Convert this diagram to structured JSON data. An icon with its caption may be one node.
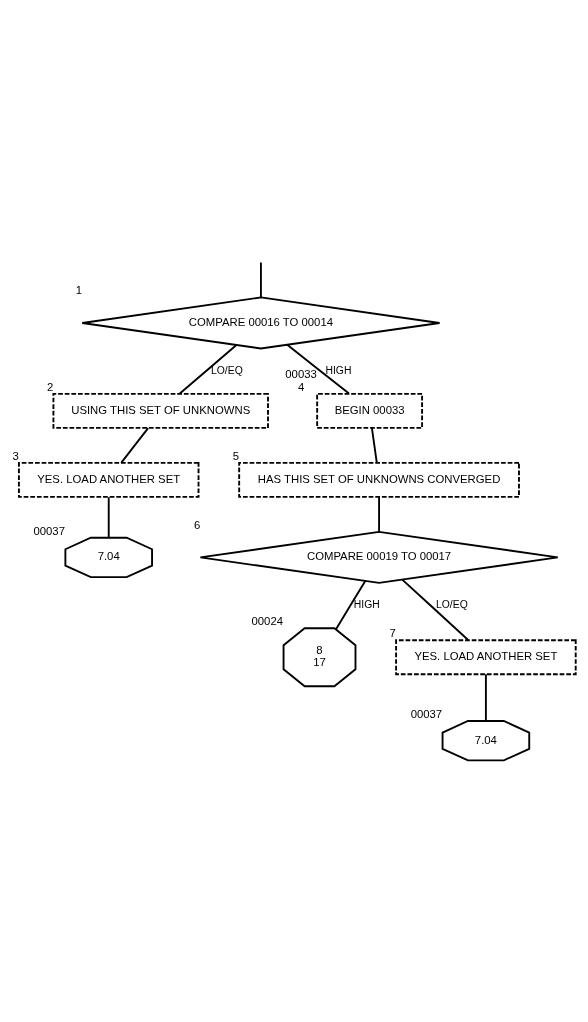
{
  "diagram": {
    "nodes": [
      {
        "text": [
          "COMPARE 00016 TO 00014"
        ],
        "beside": [
          "1"
        ]
      },
      {
        "text": [
          "USING THIS SET OF UNKNOWNS"
        ],
        "beside": [
          "2"
        ]
      },
      {
        "text": [
          "YES. LOAD ANOTHER SET"
        ],
        "beside": [
          "3"
        ]
      },
      {
        "text": [
          "7.04"
        ],
        "beside": [
          "00037"
        ]
      },
      {
        "text": [
          "BEGIN 00033"
        ],
        "beside": [
          "00033",
          "4"
        ]
      },
      {
        "text": [
          "HAS THIS SET OF UNKNOWNS CONVERGED"
        ],
        "beside": [
          "5"
        ]
      },
      {
        "text": [
          "COMPARE 00019 TO 00017"
        ],
        "beside": [
          "6"
        ]
      },
      {
        "text": [
          "8",
          "17"
        ],
        "beside": [
          "00024"
        ]
      },
      {
        "text": [
          "YES. LOAD ANOTHER SET"
        ],
        "beside": [
          "7"
        ]
      },
      {
        "text": [
          "7.04"
        ],
        "beside": [
          "00037"
        ]
      }
    ],
    "edges": [
      {
        "from": null,
        "to": 0,
        "arrow": "none"
      },
      {
        "from": 0,
        "to": 1,
        "arrow": "none",
        "label": "LO/EQ"
      },
      {
        "from": 1,
        "to": 2,
        "arrow": "none"
      },
      {
        "from": 2,
        "to": 3,
        "arrow": "none"
      },
      {
        "from": 0,
        "to": 4,
        "arrow": "none",
        "label": "HIGH"
      },
      {
        "from": 4,
        "to": 5,
        "arrow": "none"
      },
      {
        "from": 5,
        "to": 6,
        "arrow": "none"
      },
      {
        "from": 6,
        "to": 7,
        "arrow": "none",
        "label": "HIGH"
      },
      {
        "from": 6,
        "to": 8,
        "arrow": "none",
        "label": "LO/EQ"
      },
      {
        "from": 8,
        "to": 9,
        "arrow": "none"
      }
    ]
  }
}
